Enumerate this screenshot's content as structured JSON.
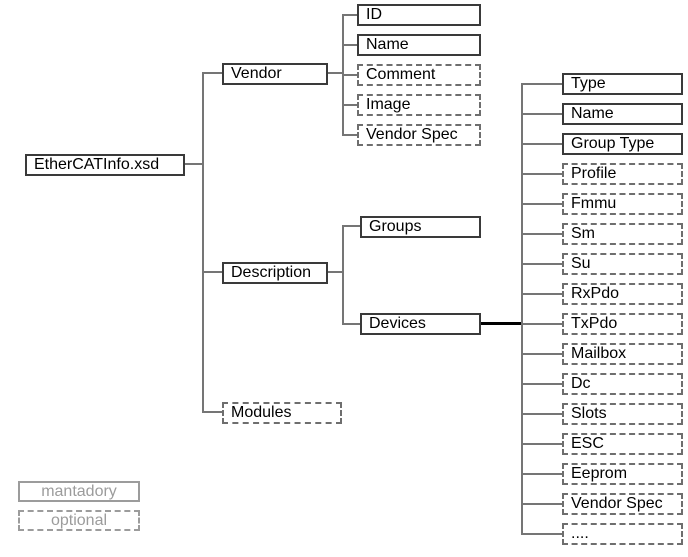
{
  "tree": {
    "root": {
      "label": "EtherCATInfo.xsd",
      "style": "mandatory"
    },
    "level1": [
      {
        "label": "Vendor",
        "style": "mandatory"
      },
      {
        "label": "Description",
        "style": "mandatory"
      },
      {
        "label": "Modules",
        "style": "optional"
      }
    ],
    "vendor_children": [
      {
        "label": "ID",
        "style": "mandatory"
      },
      {
        "label": "Name",
        "style": "mandatory"
      },
      {
        "label": "Comment",
        "style": "optional"
      },
      {
        "label": "Image",
        "style": "optional"
      },
      {
        "label": "Vendor Spec",
        "style": "optional"
      }
    ],
    "description_children": [
      {
        "label": "Groups",
        "style": "mandatory"
      },
      {
        "label": "Devices",
        "style": "mandatory"
      }
    ],
    "devices_children": [
      {
        "label": "Type",
        "style": "mandatory"
      },
      {
        "label": "Name",
        "style": "mandatory"
      },
      {
        "label": "Group Type",
        "style": "mandatory"
      },
      {
        "label": "Profile",
        "style": "optional"
      },
      {
        "label": "Fmmu",
        "style": "optional"
      },
      {
        "label": "Sm",
        "style": "optional"
      },
      {
        "label": "Su",
        "style": "optional"
      },
      {
        "label": "RxPdo",
        "style": "optional"
      },
      {
        "label": "TxPdo",
        "style": "optional"
      },
      {
        "label": "Mailbox",
        "style": "optional"
      },
      {
        "label": "Dc",
        "style": "optional"
      },
      {
        "label": "Slots",
        "style": "optional"
      },
      {
        "label": "ESC",
        "style": "optional"
      },
      {
        "label": "Eeprom",
        "style": "optional"
      },
      {
        "label": "Vendor Spec",
        "style": "optional"
      },
      {
        "label": "....",
        "style": "optional"
      }
    ]
  },
  "legend": {
    "mandatory_label": "mantadory",
    "optional_label": "optional"
  },
  "colors": {
    "background": "#ffffff",
    "solid_border": "#3a3a3a",
    "dashed_border": "#6e6e6e",
    "connector": "#757575",
    "connector_strong": "#000000",
    "text": "#000000",
    "legend": "#9c9c9c"
  }
}
